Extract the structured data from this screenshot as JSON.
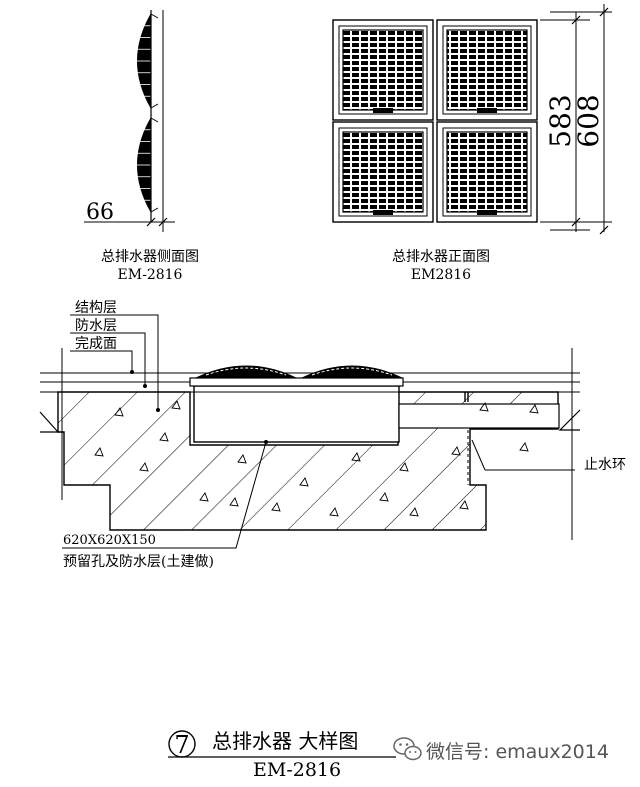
{
  "side_view": {
    "caption": "总排水器侧面图",
    "model": "EM-2816",
    "dimension": "66"
  },
  "front_view": {
    "caption": "总排水器正面图",
    "model": "EM2816",
    "dimension_inner": "583",
    "dimension_outer": "608"
  },
  "section": {
    "layers": [
      "结构层",
      "防水层",
      "完成面"
    ],
    "water_stop_label": "止水环",
    "opening_size": "620X620X150",
    "opening_note": "预留孔及防水层(土建做)"
  },
  "title_block": {
    "number": "7",
    "title": "总排水器 大样图",
    "model": "EM-2816"
  },
  "watermark": {
    "text": "微信号: emaux2014",
    "icon": "wechat-icon"
  }
}
